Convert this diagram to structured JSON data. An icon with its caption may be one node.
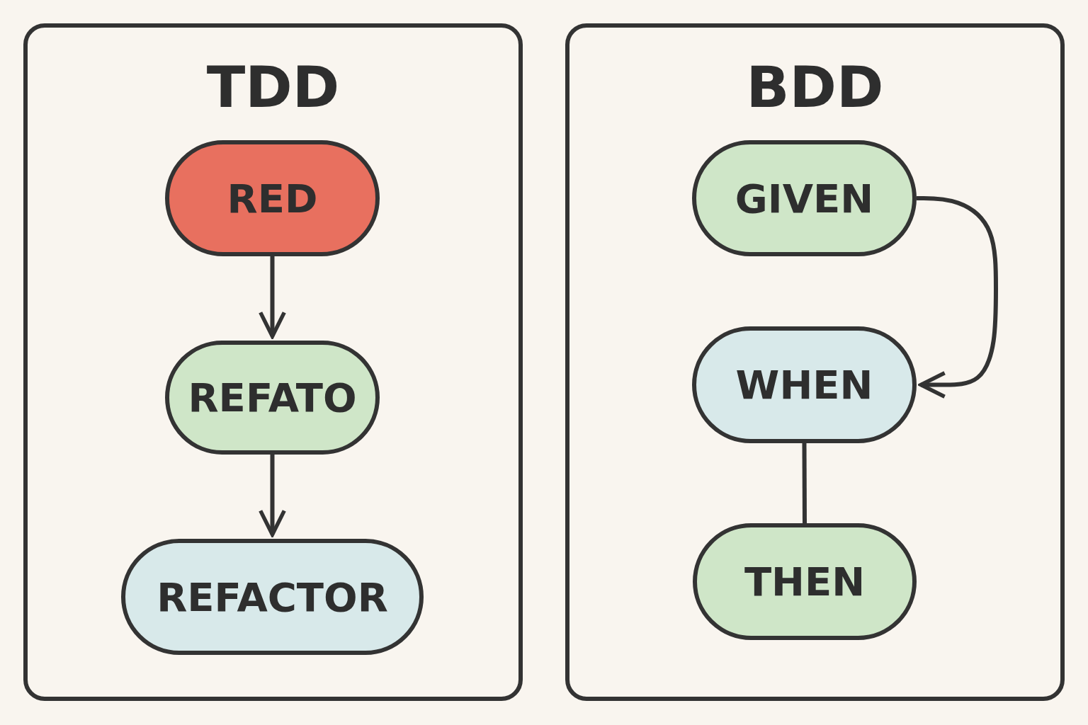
{
  "diagram": {
    "nodes": [
      {
        "text": [
          "TDD"
        ]
      },
      {
        "text": [
          "RED"
        ],
        "in": 0
      },
      {
        "text": [
          "REFATO"
        ],
        "in": 0
      },
      {
        "text": [
          "REFACTOR"
        ],
        "in": 0
      },
      {
        "text": [
          "BDD"
        ]
      },
      {
        "text": [
          "GIVEN"
        ],
        "in": 4
      },
      {
        "text": [
          "WHEN"
        ],
        "in": 4
      },
      {
        "text": [
          "THEN"
        ],
        "in": 4
      }
    ],
    "edges": [
      {
        "from": 1,
        "to": 2,
        "arrow": "to"
      },
      {
        "from": 2,
        "to": 3,
        "arrow": "to"
      },
      {
        "from": 5,
        "to": 6,
        "arrow": "to"
      },
      {
        "from": 6,
        "to": 7,
        "arrow": "none"
      }
    ]
  }
}
